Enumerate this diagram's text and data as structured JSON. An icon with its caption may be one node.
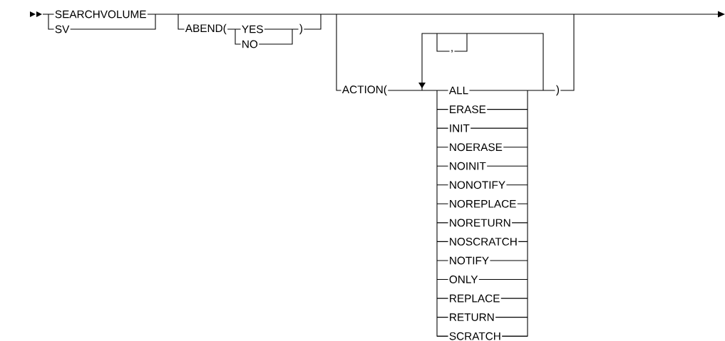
{
  "diagram": {
    "labels": [
      "SEARCHVOLUME",
      "SV",
      "ABEND(",
      "YES",
      "NO",
      ")",
      ",",
      "ACTION(",
      "ALL",
      "ERASE",
      "INIT",
      "NOERASE",
      "NOINIT",
      "NONOTIFY",
      "NOREPLACE",
      "NORETURN",
      "NOSCRATCH",
      "NOTIFY",
      "ONLY",
      "REPLACE",
      "RETURN",
      "SCRATCH",
      ")"
    ]
  }
}
